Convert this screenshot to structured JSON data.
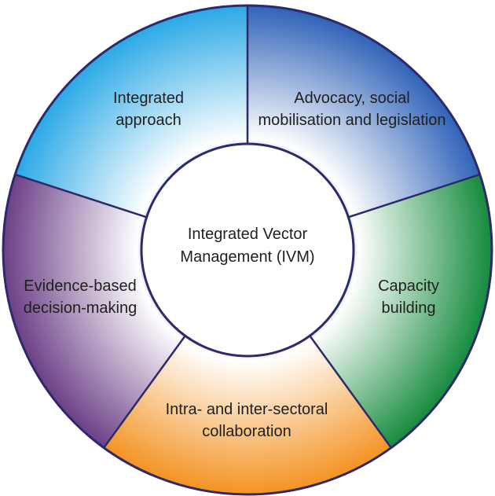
{
  "center": {
    "line1": "Integrated Vector",
    "line2": "Management (IVM)"
  },
  "segments": [
    {
      "line1": "Integrated",
      "line2": "approach",
      "color": "#29a8e6"
    },
    {
      "line1": "Advocacy, social",
      "line2": "mobilisation and legislation",
      "color": "#2f62b8"
    },
    {
      "line1": "Capacity",
      "line2": "building",
      "color": "#148a3c"
    },
    {
      "line1": "Intra- and inter-sectoral",
      "line2": "collaboration",
      "color": "#f39222"
    },
    {
      "line1": "Evidence-based",
      "line2": "decision-making",
      "color": "#6b3f86"
    }
  ],
  "outline_color": "#2c2a6b"
}
